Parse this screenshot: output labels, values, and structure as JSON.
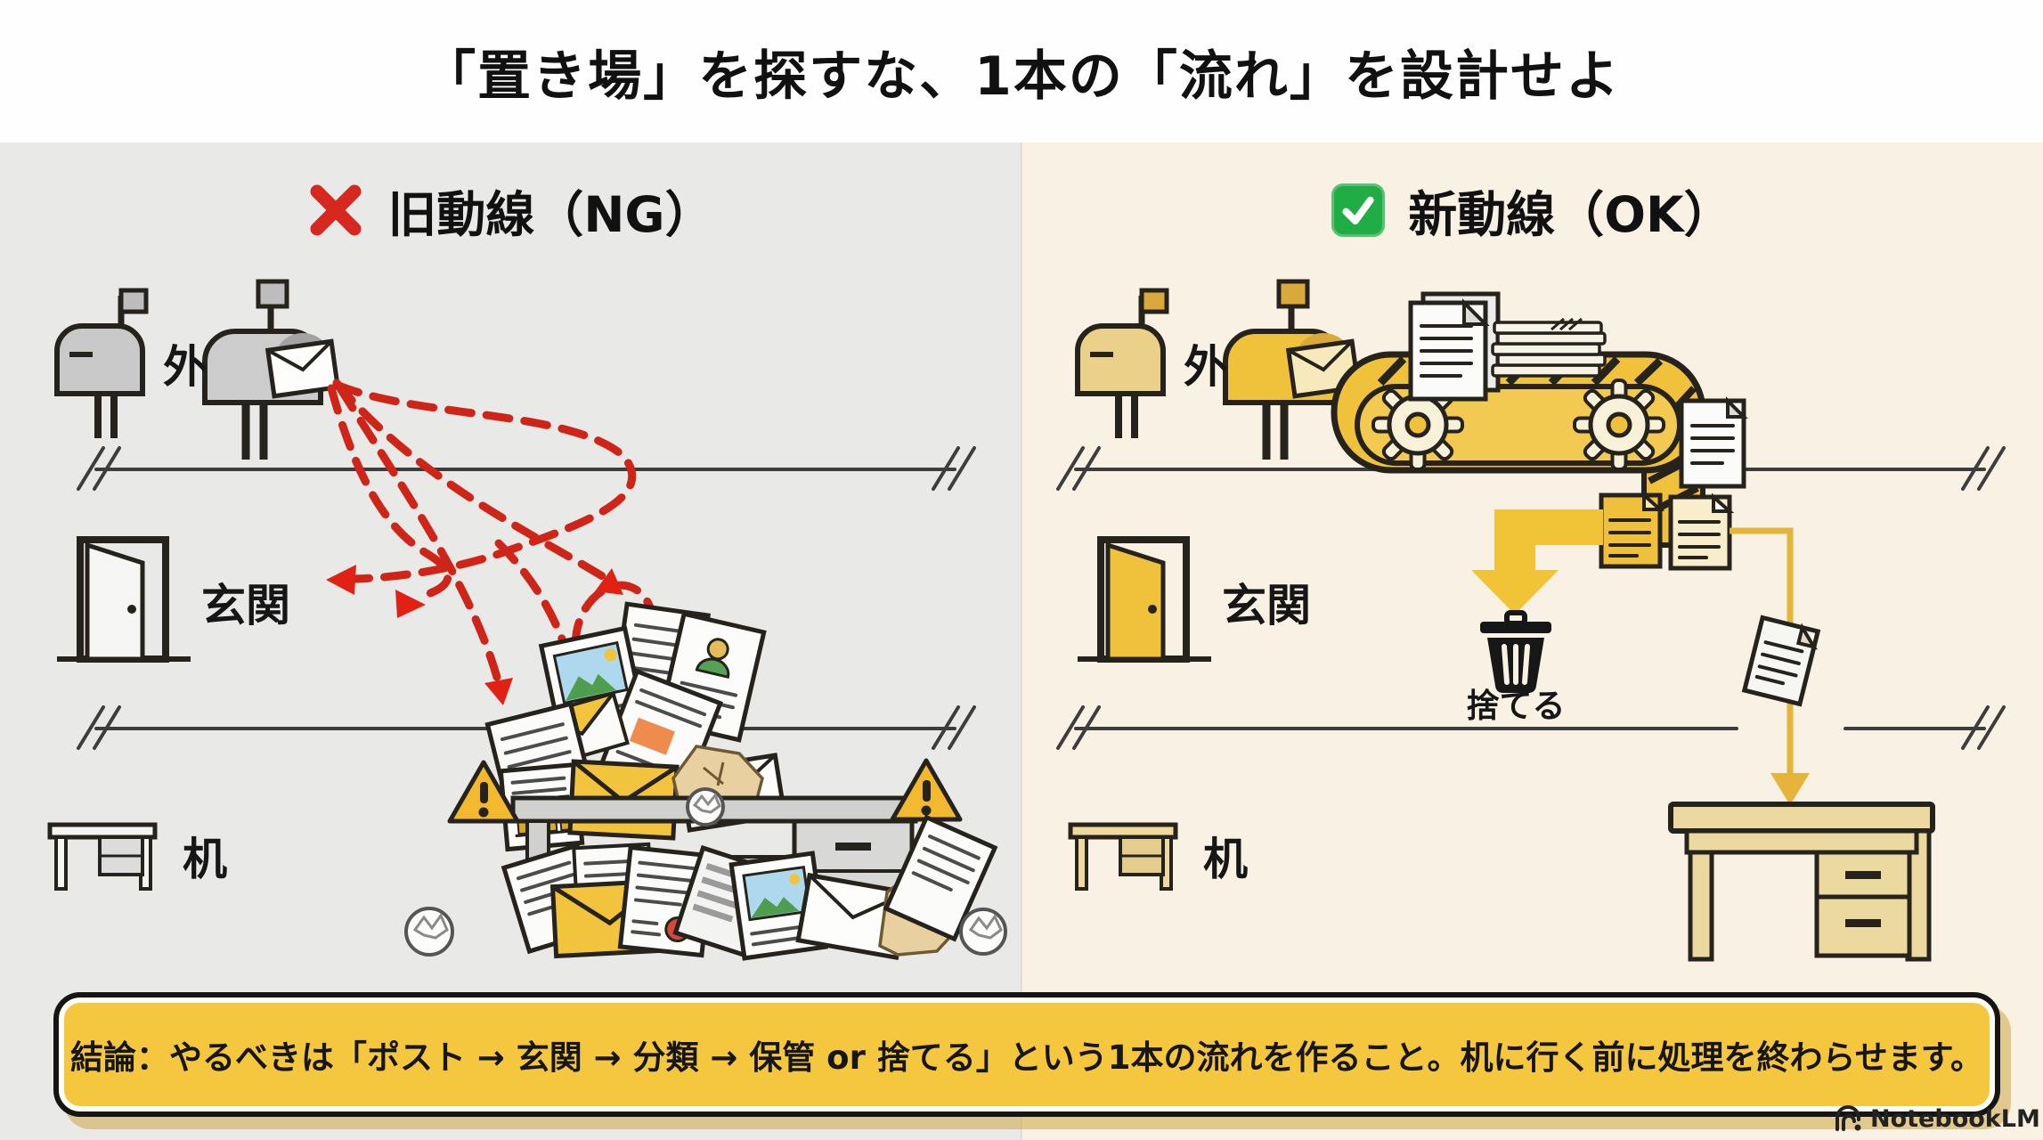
{
  "title": "「置き場」を探すな、1本の「流れ」を設計せよ",
  "left_panel": {
    "header_label": "旧動線（NG）",
    "rows": [
      {
        "label": "外"
      },
      {
        "label": "玄関"
      },
      {
        "label": "机"
      }
    ]
  },
  "right_panel": {
    "header_label": "新動線（OK）",
    "rows": [
      {
        "label": "外"
      },
      {
        "label": "玄関"
      },
      {
        "label": "机"
      }
    ],
    "discard_label": "捨てる"
  },
  "conclusion_banner": {
    "text": "結論：やるべきは「ポスト → 玄関 → 分類 → 保管 or 捨てる」という1本の流れを作ること。机に行く前に処理を終わらせます。"
  },
  "watermark": {
    "label": "NotebookLM"
  },
  "colors": {
    "left_bg": "#e9e9e7",
    "right_bg": "#f9f1e3",
    "accent_yellow": "#f0c23c",
    "banner_yellow": "#f4c73f",
    "alert_red": "#d6281e",
    "ok_green": "#21ad45",
    "ink": "#26221c"
  }
}
